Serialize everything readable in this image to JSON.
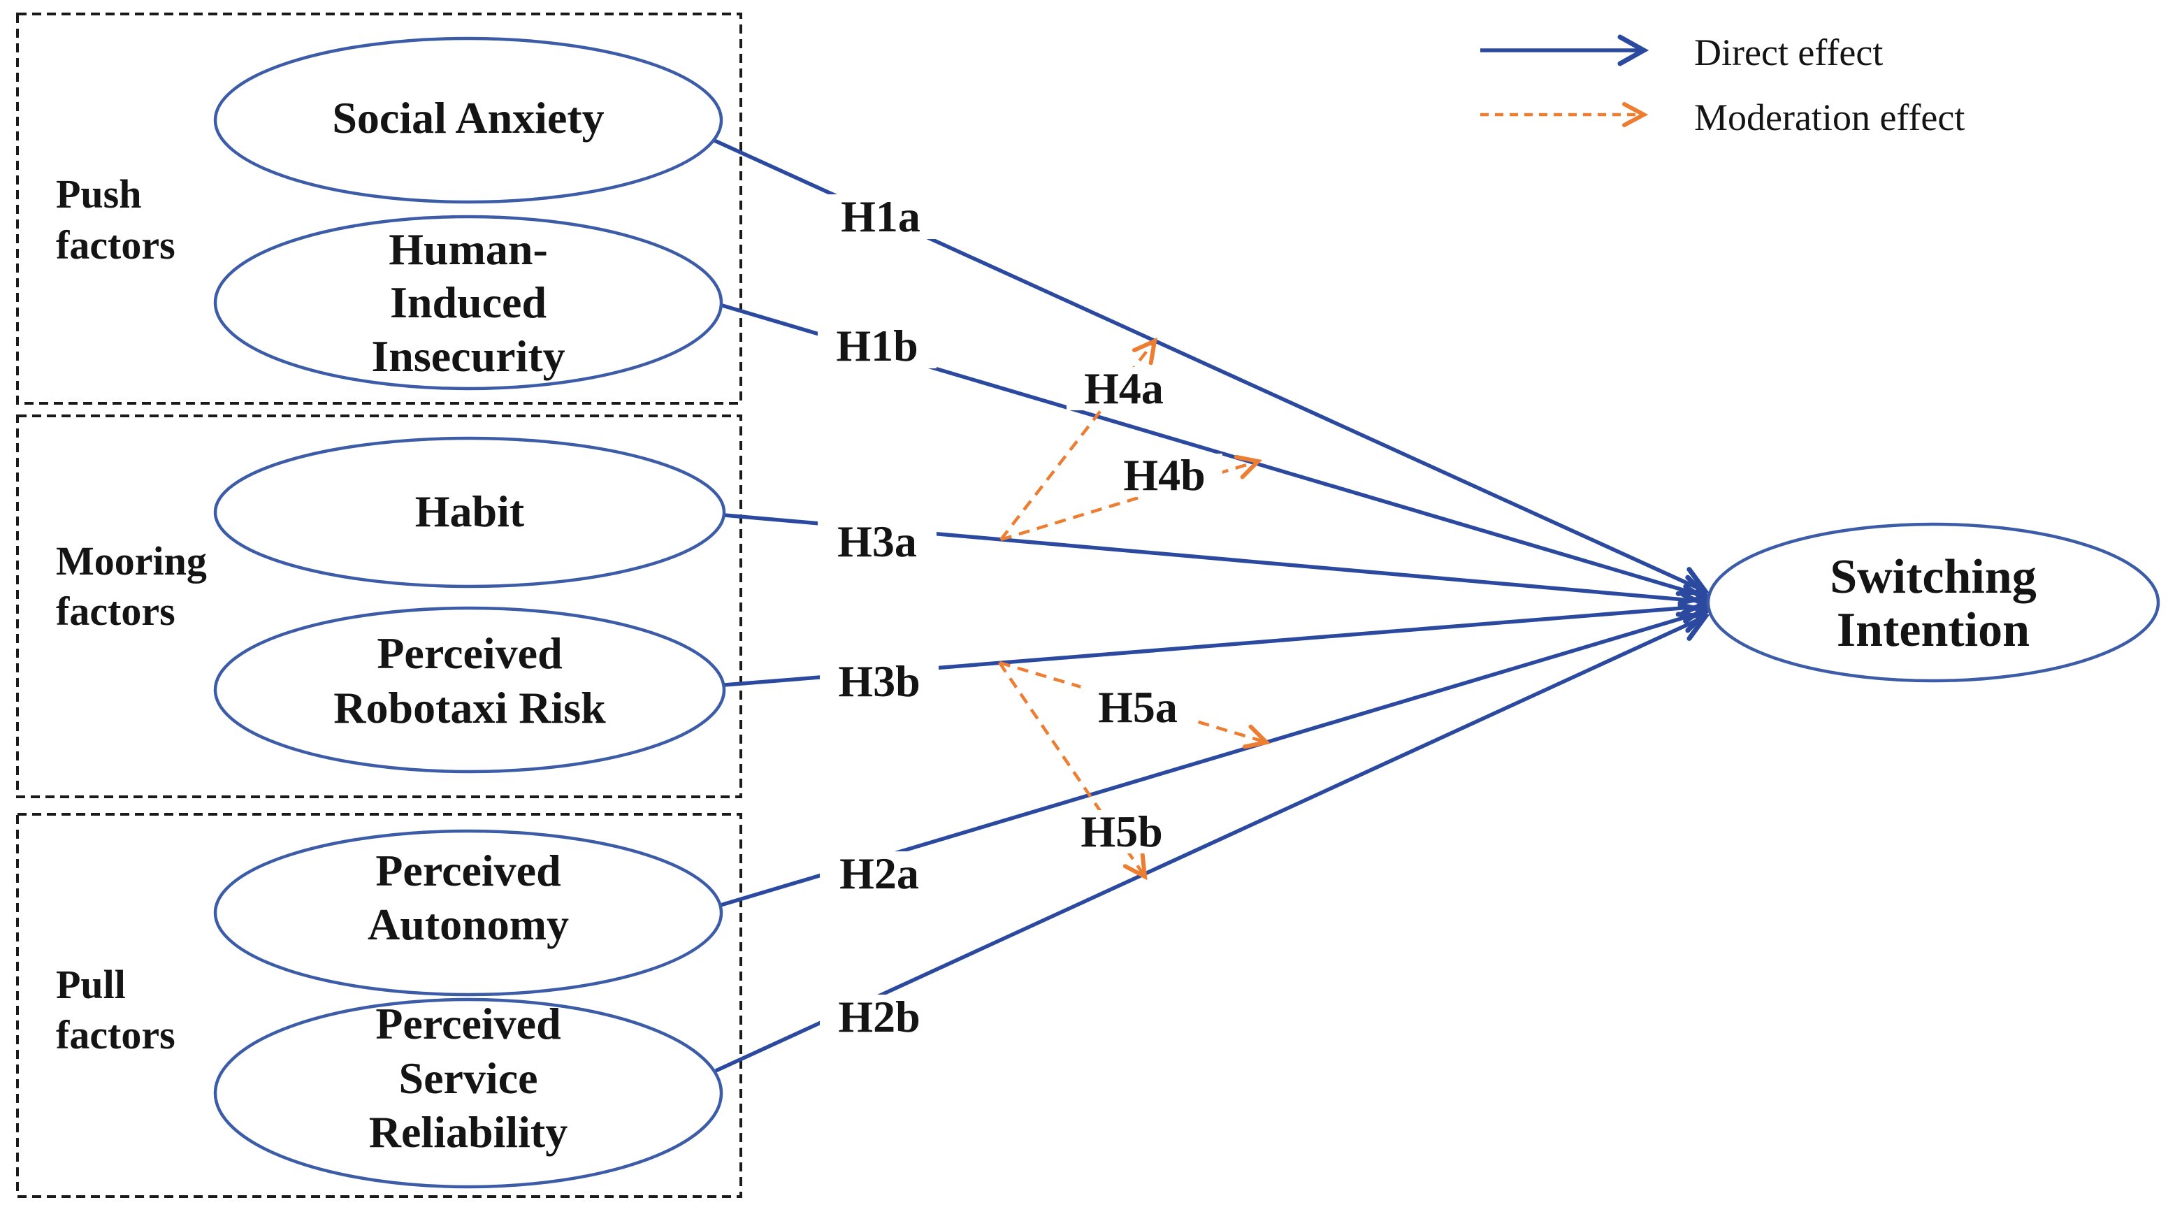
{
  "figure": {
    "kind": "research-model-diagram",
    "outcome": "Switching Intention"
  },
  "colors": {
    "direct_effect_blue": "#2b4a9f",
    "ellipse_stroke_blue": "#3c5ca8",
    "moderation_orange": "#ed7d31",
    "text_black": "#141414",
    "box_border_black": "#1a1a1a",
    "background": "#ffffff"
  },
  "groups": {
    "push": {
      "label_line1": "Push",
      "label_line2": "factors"
    },
    "mooring": {
      "label_line1": "Mooring",
      "label_line2": "factors"
    },
    "pull": {
      "label_line1": "Pull",
      "label_line2": "factors"
    }
  },
  "nodes": {
    "social_anxiety": {
      "line1": "Social Anxiety"
    },
    "human_induced_insecurity": {
      "line1": "Human-",
      "line2": "Induced",
      "line3": "Insecurity"
    },
    "habit": {
      "line1": "Habit"
    },
    "perceived_robotaxi_risk": {
      "line1": "Perceived",
      "line2": "Robotaxi Risk"
    },
    "perceived_autonomy": {
      "line1": "Perceived",
      "line2": "Autonomy"
    },
    "perceived_service_reliability": {
      "line1": "Perceived",
      "line2": "Service",
      "line3": "Reliability"
    },
    "switching_intention": {
      "line1": "Switching",
      "line2": "Intention"
    }
  },
  "hypotheses": {
    "h1a": "H1a",
    "h1b": "H1b",
    "h2a": "H2a",
    "h2b": "H2b",
    "h3a": "H3a",
    "h3b": "H3b",
    "h4a": "H4a",
    "h4b": "H4b",
    "h5a": "H5a",
    "h5b": "H5b"
  },
  "relationships": {
    "direct_effects": [
      {
        "hypothesis": "H1a",
        "from": "Social Anxiety",
        "to": "Switching Intention"
      },
      {
        "hypothesis": "H1b",
        "from": "Human-Induced Insecurity",
        "to": "Switching Intention"
      },
      {
        "hypothesis": "H3a",
        "from": "Habit",
        "to": "Switching Intention"
      },
      {
        "hypothesis": "H3b",
        "from": "Perceived Robotaxi Risk",
        "to": "Switching Intention"
      },
      {
        "hypothesis": "H2a",
        "from": "Perceived Autonomy",
        "to": "Switching Intention"
      },
      {
        "hypothesis": "H2b",
        "from": "Perceived Service Reliability",
        "to": "Switching Intention"
      }
    ],
    "moderation_effects": [
      {
        "hypothesis": "H4a",
        "moderator": "Habit",
        "on_path": "Social Anxiety to Switching Intention"
      },
      {
        "hypothesis": "H4b",
        "moderator": "Habit",
        "on_path": "Human-Induced Insecurity to Switching Intention"
      },
      {
        "hypothesis": "H5a",
        "moderator": "Perceived Robotaxi Risk",
        "on_path": "Perceived Autonomy to Switching Intention"
      },
      {
        "hypothesis": "H5b",
        "moderator": "Perceived Robotaxi Risk",
        "on_path": "Perceived Service Reliability to Switching Intention"
      }
    ]
  },
  "legend": {
    "direct": {
      "label": "Direct effect",
      "style": "solid blue arrow"
    },
    "moderation": {
      "label": "Moderation effect",
      "style": "dashed orange arrow"
    }
  }
}
